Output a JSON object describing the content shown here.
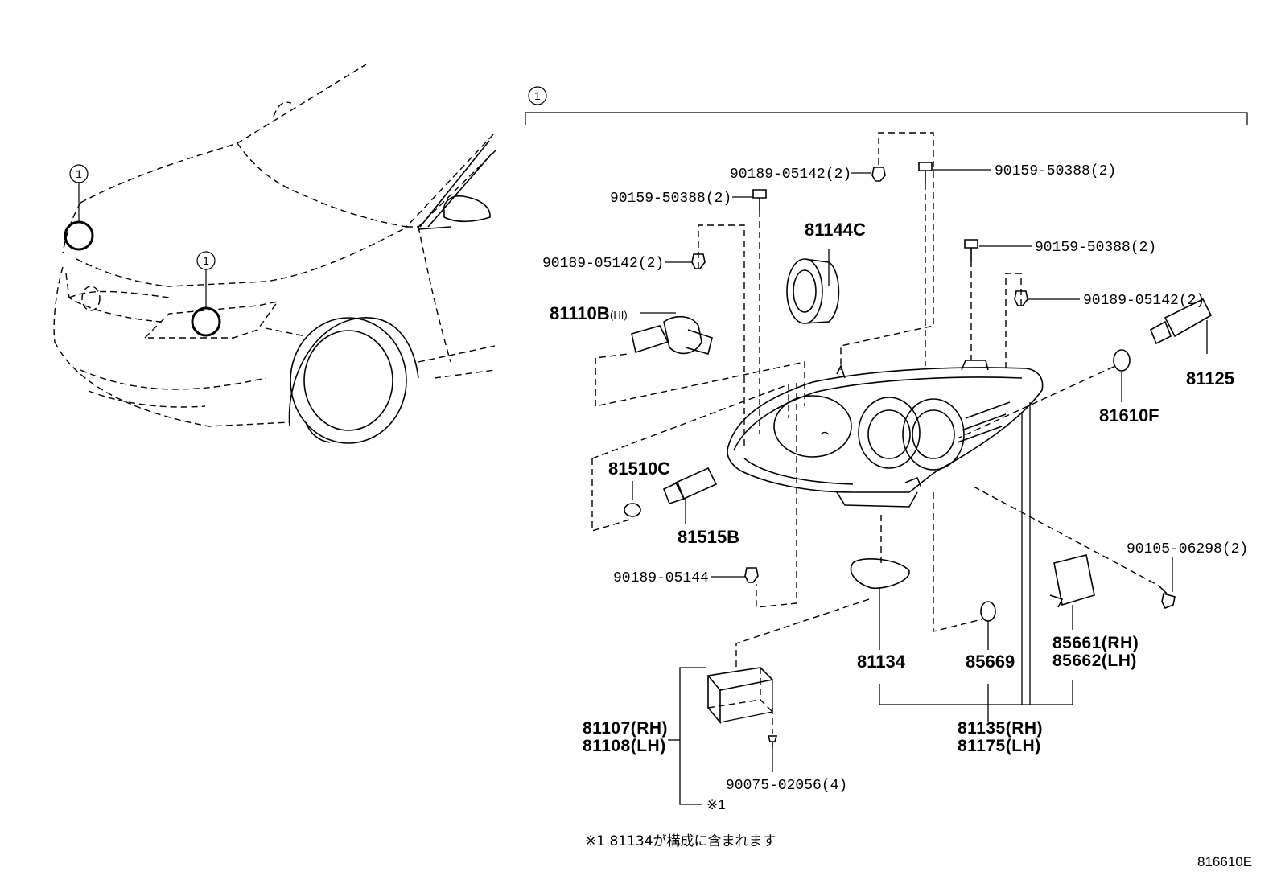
{
  "callout": {
    "marker": "1"
  },
  "parts": {
    "p90189_05142_a": "90189-05142(2)",
    "p90159_50388_a": "90159-50388(2)",
    "p90159_50388_b": "90159-50388(2)",
    "p90189_05142_b": "90189-05142(2)",
    "p81144C": "81144C",
    "p90159_50388_c": "90159-50388(2)",
    "p90189_05142_c": "90189-05142(2)",
    "p81110B": "81110B",
    "p81110B_hi": "(HI)",
    "p81125": "81125",
    "p81610F": "81610F",
    "p81510C": "81510C",
    "p81515B": "81515B",
    "p90189_05144": "90189-05144",
    "p90105_06298": "90105-06298(2)",
    "p81134": "81134",
    "p85669": "85669",
    "p85661": "85661(RH)",
    "p85662": "85662(LH)",
    "p81107": "81107(RH)",
    "p81108": "81108(LH)",
    "p90075_02056": "90075-02056(4)",
    "p81135": "81135(RH)",
    "p81175": "81175(LH)",
    "ref_mark": "※1"
  },
  "footnote": "※1 81134が構成に含まれます",
  "diagram_id": "816610E"
}
